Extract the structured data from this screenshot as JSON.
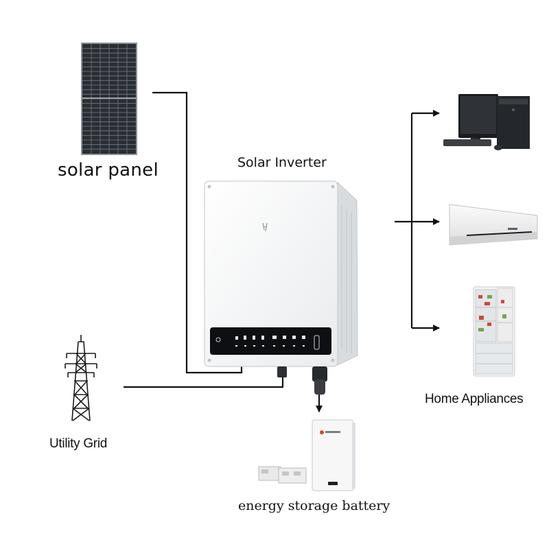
{
  "labels": {
    "solar_panel": "solar panel",
    "solar_inverter": "Solar Inverter",
    "home_appliances": "Home Appliances",
    "utility_grid": "Utility Grid",
    "energy_storage_battery": "energy storage battery"
  },
  "colors": {
    "line": "#111111",
    "panel_cell": "#1e2126",
    "inverter_body": "#f4f5f6",
    "display": "#0d0f12"
  },
  "icons": [
    "solar-panel-icon",
    "inverter-icon",
    "transmission-tower-icon",
    "battery-icon",
    "desktop-computer-icon",
    "air-conditioner-icon",
    "refrigerator-icon"
  ]
}
